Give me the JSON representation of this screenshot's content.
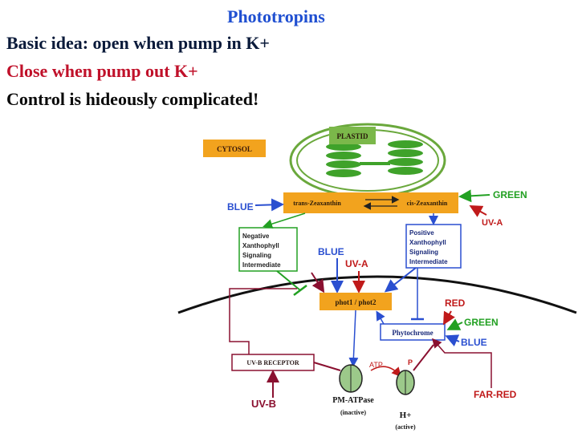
{
  "slide": {
    "title": "Phototropins",
    "line1": "Basic idea: open when pump in K+",
    "line2": "Close when pump out K+",
    "line3": "Control is hideously complicated!"
  },
  "diagram": {
    "cytosol": "CYTOSOL",
    "plastid": "PLASTID",
    "trans_zeaxanthin": "trans-Zeaxanthin",
    "cis_zeaxanthin": "cis-Zeaxanthin",
    "blue_left": "BLUE",
    "green_top": "GREEN",
    "uva_right": "UV-A",
    "negative_lines": [
      "Negative",
      "Xanthophyll",
      "Signaling",
      "Intermediate"
    ],
    "positive_lines": [
      "Positive",
      "Xanthophyll",
      "Signaling",
      "Intermediate"
    ],
    "blue_mid": "BLUE",
    "uva_mid": "UV-A",
    "phot": "phot1 / phot2",
    "red": "RED",
    "green_right": "GREEN",
    "blue_right": "BLUE",
    "phytochrome": "Phytochrome",
    "uvb_receptor": "UV-B RECEPTOR",
    "atp": "ATP",
    "p": "P",
    "uvb": "UV-B",
    "pm_atpase": "PM-ATPase",
    "inactive": "(inactive)",
    "h_plus": "H+",
    "active": "(active)",
    "far_red": "FAR-RED"
  },
  "colors": {
    "title": "#1f4fd1",
    "red_text": "#c0112a",
    "blue_arrow": "#2a4fd0",
    "green_arrow": "#22a022",
    "red_arrow": "#c01a1a",
    "dark_red_arrow": "#8a1030",
    "orange_box": "#f2a31e",
    "plastid_green": "#7bb84a"
  }
}
